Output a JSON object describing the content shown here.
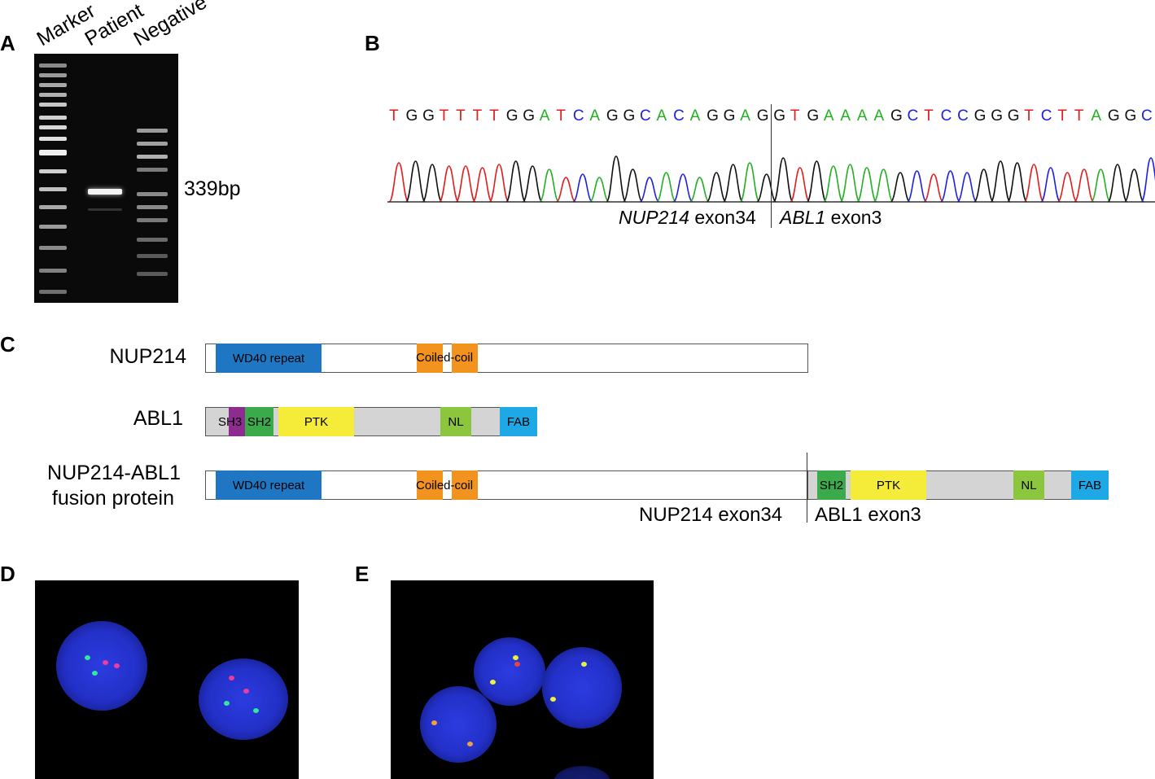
{
  "panels": {
    "A": "A",
    "B": "B",
    "C": "C",
    "D": "D",
    "E": "E"
  },
  "gel": {
    "lanes": [
      "Marker",
      "Patient",
      "Negative"
    ],
    "band_label": "339bp"
  },
  "sequence": {
    "bases": [
      "T",
      "G",
      "G",
      "T",
      "T",
      "T",
      "T",
      "G",
      "G",
      "A",
      "T",
      "C",
      "A",
      "G",
      "G",
      "C",
      "A",
      "C",
      "A",
      "G",
      "G",
      "A",
      "G",
      "G",
      "T",
      "G",
      "A",
      "A",
      "A",
      "A",
      "G",
      "C",
      "T",
      "C",
      "C",
      "G",
      "G",
      "G",
      "T",
      "C",
      "T",
      "T",
      "A",
      "G",
      "G",
      "C"
    ],
    "junction_left_gene": "NUP214",
    "junction_left_exon": "exon34",
    "junction_right_gene": "ABL1",
    "junction_right_exon": "exon3",
    "colors": {
      "A": "#22b022",
      "C": "#2020e0",
      "G": "#111111",
      "T": "#e01e1e"
    }
  },
  "proteins": {
    "nup214": {
      "name": "NUP214",
      "d1": "WD40 repeat",
      "d2": "Coiled-coil"
    },
    "abl1": {
      "name": "ABL1",
      "d1": "SH3",
      "d2": "SH2",
      "d3": "PTK",
      "d4": "NL",
      "d5": "FAB"
    },
    "fusion": {
      "name_line1": "NUP214-ABL1",
      "name_line2": "fusion protein",
      "d1": "WD40 repeat",
      "d2": "Coiled-coil",
      "d3": "SH2",
      "d4": "PTK",
      "d5": "NL",
      "d6": "FAB",
      "left_label": "NUP214 exon34",
      "right_label": "ABL1 exon3"
    }
  },
  "domain_colors": {
    "wd40": "#1f77c4",
    "coiled": "#f2921f",
    "sh3": "#8e2b8e",
    "sh2": "#3aaa4a",
    "ptk": "#f5ec3a",
    "nl": "#8cc63e",
    "fab": "#1ea9e6",
    "gray": "#d4d4d4"
  }
}
